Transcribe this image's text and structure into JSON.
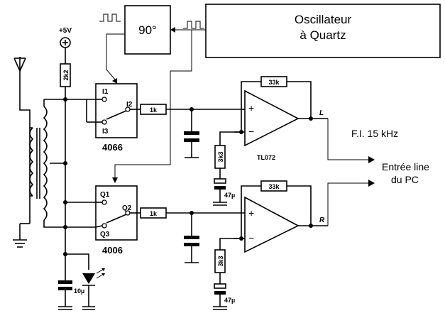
{
  "blocks": {
    "oscillator_line1": "Oscillateur",
    "oscillator_line2": "à Quartz",
    "phase_shift": "90°"
  },
  "supply": "+5V",
  "chips": {
    "switch_top": "4066",
    "switch_bottom": "4006",
    "opamp": "TL072"
  },
  "pins": {
    "i1": "I1",
    "i2": "I2",
    "i3": "I3",
    "q1": "Q1",
    "q2": "Q2",
    "q3": "Q3"
  },
  "components": {
    "r_bias": "2k2",
    "r_in_top": "1k",
    "r_in_bottom": "1k",
    "r_fb_top": "33k",
    "r_fb_bottom": "33k",
    "r_gnd_top": "3k3",
    "r_gnd_bottom": "3k3",
    "c_top": "47µ",
    "c_bottom": "47µ",
    "c_supply": "10µ"
  },
  "outputs": {
    "left": "L",
    "right": "R",
    "if_label": "F.I. 15 kHz",
    "pc_line1": "Entrée line",
    "pc_line2": "du PC"
  },
  "opamp_signs": {
    "plus": "+",
    "minus": "−"
  }
}
